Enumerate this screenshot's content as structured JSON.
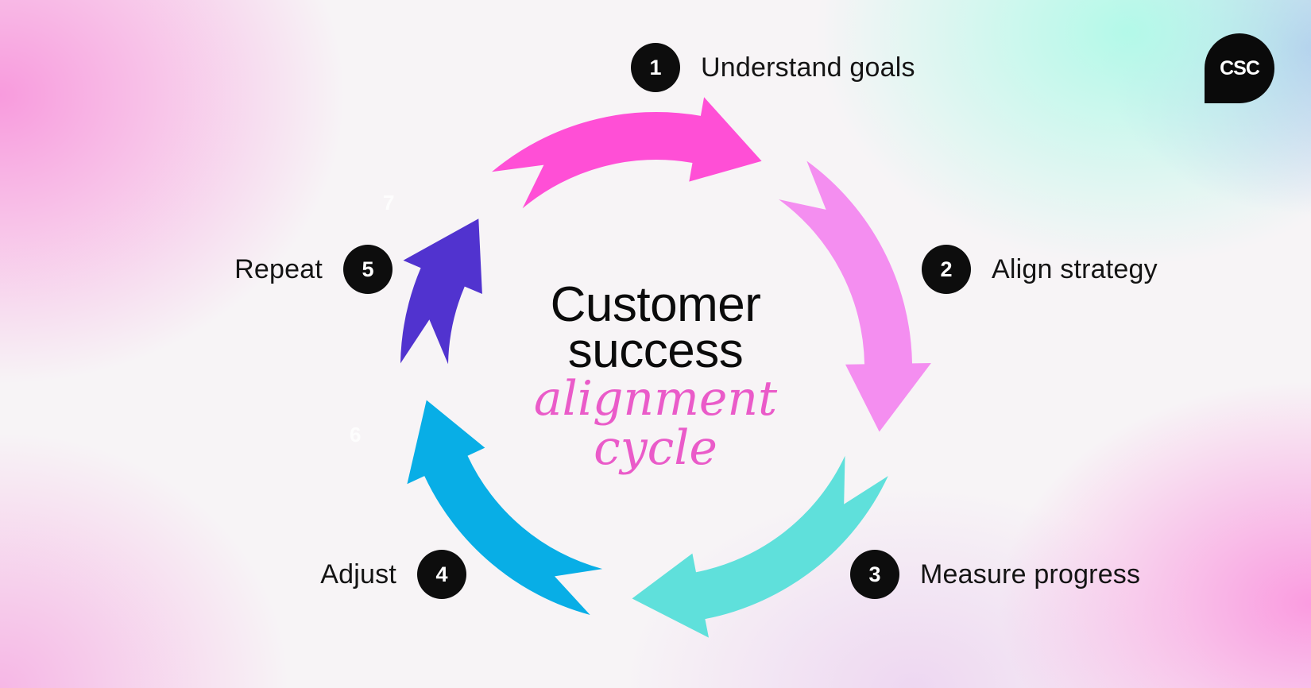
{
  "title": {
    "line1": "Customer",
    "line2": "success",
    "line3": "alignment",
    "line4": "cycle"
  },
  "steps": [
    {
      "number": "1",
      "label": "Understand goals",
      "color": "#ff4fd6"
    },
    {
      "number": "2",
      "label": "Align strategy",
      "color": "#f48ef0"
    },
    {
      "number": "3",
      "label": "Measure progress",
      "color": "#5fe0db"
    },
    {
      "number": "4",
      "label": "Adjust",
      "color": "#08aee6"
    },
    {
      "number": "5",
      "label": "Repeat",
      "color": "#5133cf"
    }
  ],
  "ghost_numbers": [
    "7",
    "6"
  ],
  "logo": {
    "text": "CSC"
  },
  "colors": {
    "title_dark": "#0b0b0b",
    "title_accent": "#ea5bc9",
    "badge": "#0d0d0d"
  }
}
